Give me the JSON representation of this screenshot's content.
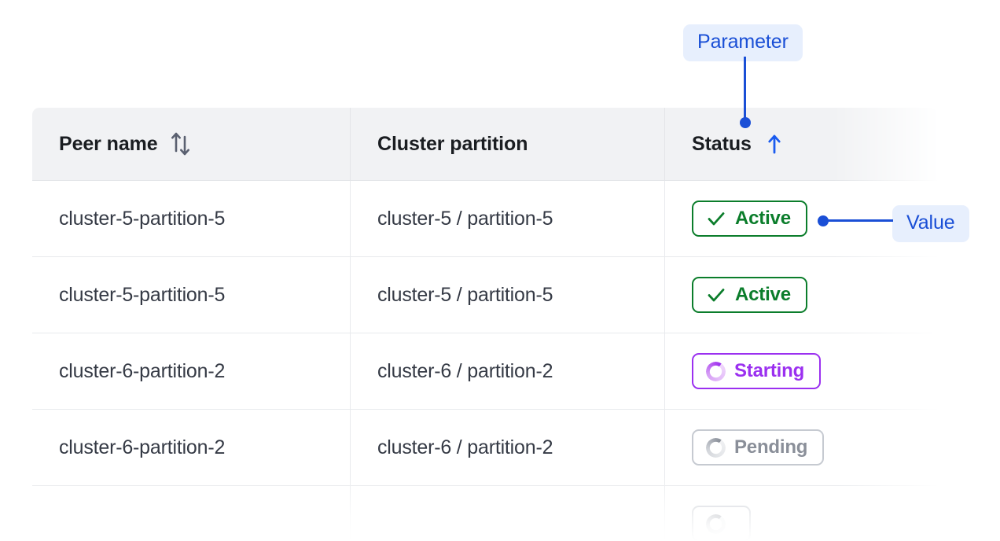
{
  "table": {
    "columns": [
      {
        "label": "Peer name",
        "sort_icon": "sort-both-arrows-icon",
        "sort_state": "none"
      },
      {
        "label": "Cluster partition",
        "sort_icon": null,
        "sort_state": "none"
      },
      {
        "label": "Status",
        "sort_icon": "arrow-up-icon",
        "sort_state": "ascending"
      }
    ],
    "rows": [
      {
        "peer_name": "cluster-5-partition-5",
        "cluster_partition": "cluster-5 / partition-5",
        "status": "Active",
        "status_kind": "active",
        "status_icon": "check-icon",
        "muted": false
      },
      {
        "peer_name": "cluster-5-partition-5",
        "cluster_partition": "cluster-5 / partition-5",
        "status": "Active",
        "status_kind": "active",
        "status_icon": "check-icon",
        "muted": false
      },
      {
        "peer_name": "cluster-6-partition-2",
        "cluster_partition": "cluster-6 / partition-2",
        "status": "Starting",
        "status_kind": "starting",
        "status_icon": "spinner-icon",
        "muted": false
      },
      {
        "peer_name": "cluster-6-partition-2",
        "cluster_partition": "cluster-6 / partition-2",
        "status": "Pending",
        "status_kind": "pending",
        "status_icon": "spinner-icon",
        "muted": true
      },
      {
        "peer_name": "",
        "cluster_partition": "",
        "status": "",
        "status_kind": "pending",
        "status_icon": "spinner-icon",
        "muted": true
      }
    ]
  },
  "annotations": {
    "parameter": {
      "label": "Parameter",
      "points_to": "status-column-header"
    },
    "value": {
      "label": "Value",
      "points_to": "status-badge-row-1"
    }
  },
  "colors": {
    "accent_blue": "#1A4FD6",
    "annotation_bg": "#E7EFFD",
    "status_active": "#0B7D2B",
    "status_starting": "#9B30F0",
    "status_pending": "#8A8F99",
    "header_bg": "#F1F2F4",
    "border": "#E3E5E8",
    "text": "#1A1D21"
  }
}
